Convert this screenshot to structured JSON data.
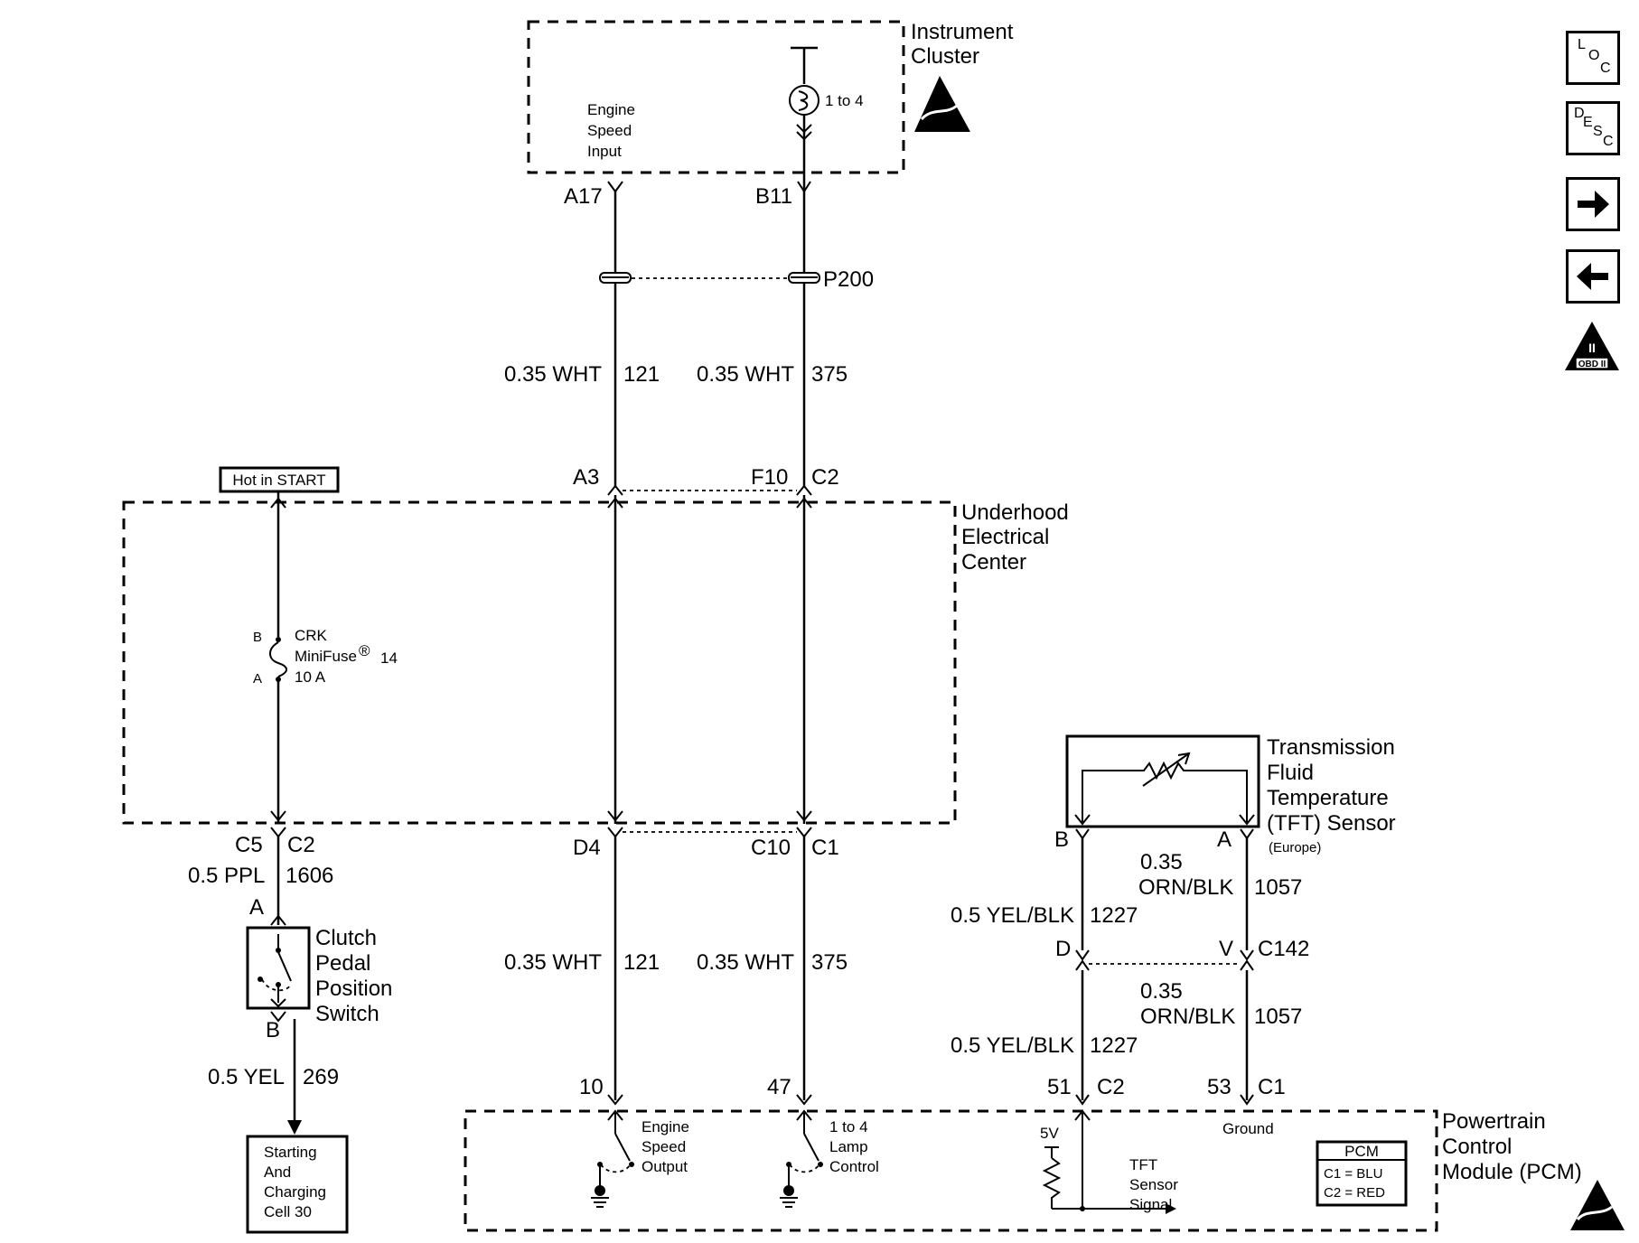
{
  "nav": {
    "loc": [
      "L",
      "O",
      "C"
    ],
    "desc": [
      "D",
      "E",
      "S",
      "C"
    ],
    "obd": "OBD II",
    "obd_mark": "II"
  },
  "components": {
    "instrument_cluster": {
      "name": [
        "Instrument",
        "Cluster"
      ],
      "input": [
        "Engine",
        "Speed",
        "Input"
      ],
      "lamp": "1 to 4"
    },
    "underhood": {
      "name": [
        "Underhood",
        "Electrical",
        "Center"
      ],
      "hot": "Hot in START",
      "fuse": [
        "CRK",
        "MiniFuse",
        "14",
        "10 A"
      ],
      "fuse_mark": "®",
      "fuse_pins": [
        "B",
        "A"
      ]
    },
    "clutch": {
      "name": [
        "Clutch",
        "Pedal",
        "Position",
        "Switch"
      ],
      "pins": [
        "A",
        "B"
      ]
    },
    "starting": {
      "name": [
        "Starting",
        "And",
        "Charging",
        "Cell 30"
      ]
    },
    "tft": {
      "name": [
        "Transmission",
        "Fluid",
        "Temperature",
        "(TFT) Sensor"
      ],
      "note": "(Europe)",
      "pins": [
        "B",
        "A"
      ]
    },
    "pcm": {
      "name": [
        "Powertrain",
        "Control",
        "Module (PCM)"
      ],
      "engine_out": [
        "Engine",
        "Speed",
        "Output"
      ],
      "lamp_ctrl": [
        "1 to 4",
        "Lamp",
        "Control"
      ],
      "volt": "5V",
      "ground": "Ground",
      "tft_signal": [
        "TFT",
        "Sensor",
        "Signal"
      ],
      "legend": [
        "PCM",
        "C1 = BLU",
        "C2 = RED"
      ]
    }
  },
  "connectors": {
    "a17": "A17",
    "b11": "B11",
    "p200": "P200",
    "a3": "A3",
    "f10": "F10",
    "c2_top": "C2",
    "c5": "C5",
    "c2_left": "C2",
    "d4": "D4",
    "c10": "C10",
    "c1_mid": "C1",
    "d": "D",
    "v": "V",
    "c142": "C142",
    "p10": "10",
    "p47": "47",
    "p51": "51",
    "c2_pcm": "C2",
    "p53": "53",
    "c1_pcm": "C1"
  },
  "wires": {
    "w121_top": [
      "0.35 WHT",
      "121"
    ],
    "w375_top": [
      "0.35 WHT",
      "375"
    ],
    "w1606": [
      "0.5 PPL",
      "1606"
    ],
    "w121_bot": [
      "0.35 WHT",
      "121"
    ],
    "w375_bot": [
      "0.35 WHT",
      "375"
    ],
    "w269": [
      "0.5 YEL",
      "269"
    ],
    "w1227_top": [
      "0.5 YEL/BLK",
      "1227"
    ],
    "w1057_top": [
      "0.35",
      "ORN/BLK",
      "1057"
    ],
    "w1227_bot": [
      "0.5 YEL/BLK",
      "1227"
    ],
    "w1057_bot": [
      "0.35",
      "ORN/BLK",
      "1057"
    ]
  }
}
